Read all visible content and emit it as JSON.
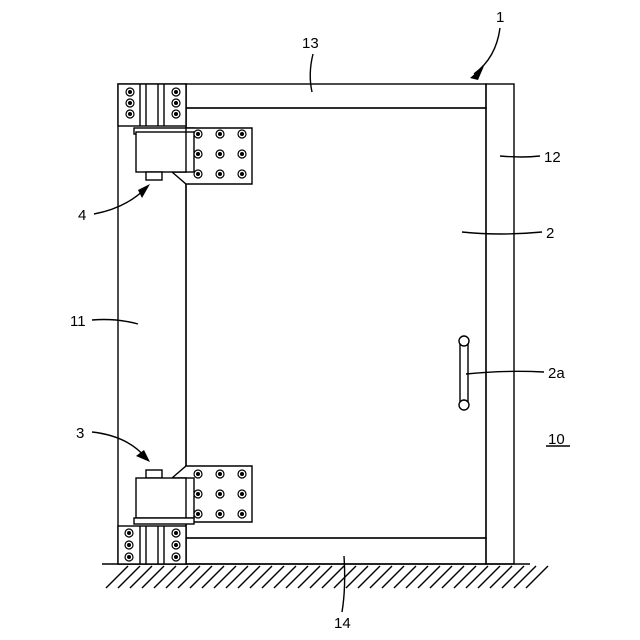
{
  "labels": {
    "frame_assembly": "1",
    "door": "2",
    "handle": "2a",
    "lower_hinge": "3",
    "upper_hinge": "4",
    "structure": "10",
    "left_post": "11",
    "right_post": "12",
    "top_rail": "13",
    "bottom_rail": "14"
  }
}
